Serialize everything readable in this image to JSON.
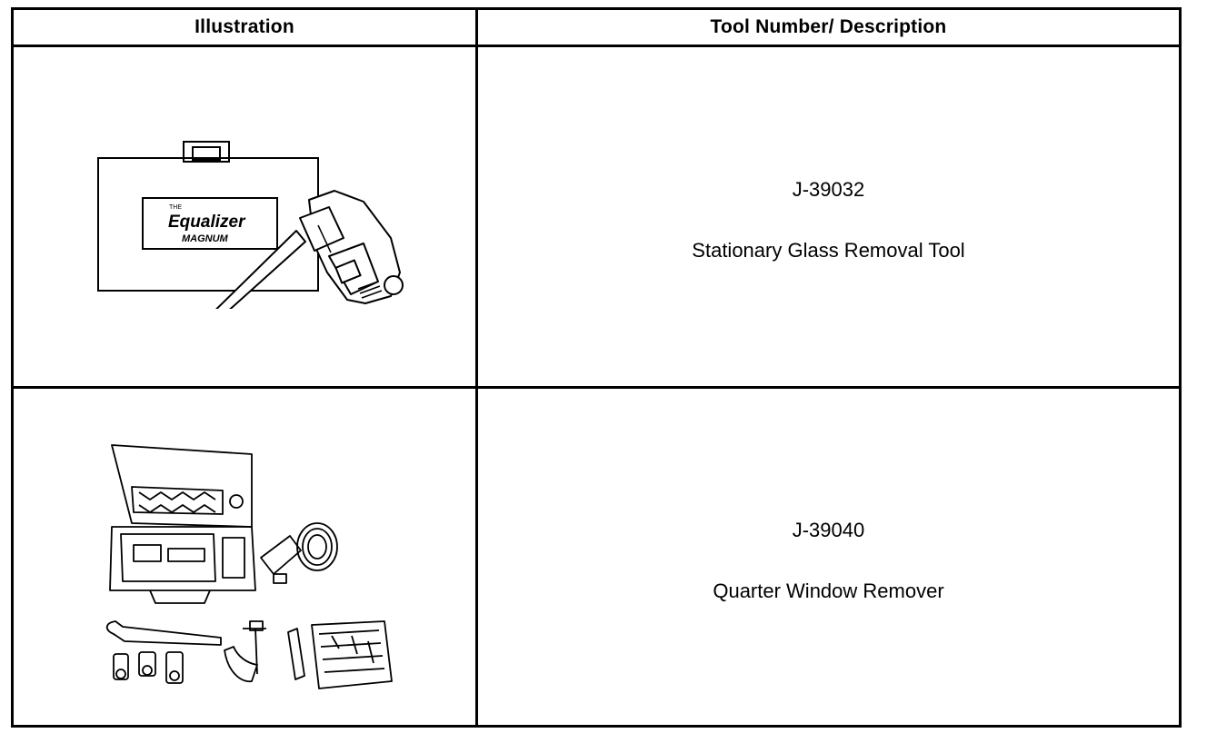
{
  "table": {
    "headers": {
      "illustration": "Illustration",
      "description": "Tool Number/ Description"
    },
    "rows": [
      {
        "tool_number": "J-39032",
        "description": "Stationary Glass Removal Tool",
        "illustration_icon": "equalizer-magnum-kit-icon",
        "label_line1": "THE",
        "label_line2": "Equalizer",
        "label_line3": "MAGNUM"
      },
      {
        "tool_number": "J-39040",
        "description": "Quarter Window Remover",
        "illustration_icon": "quarter-window-remover-kit-icon"
      }
    ]
  }
}
